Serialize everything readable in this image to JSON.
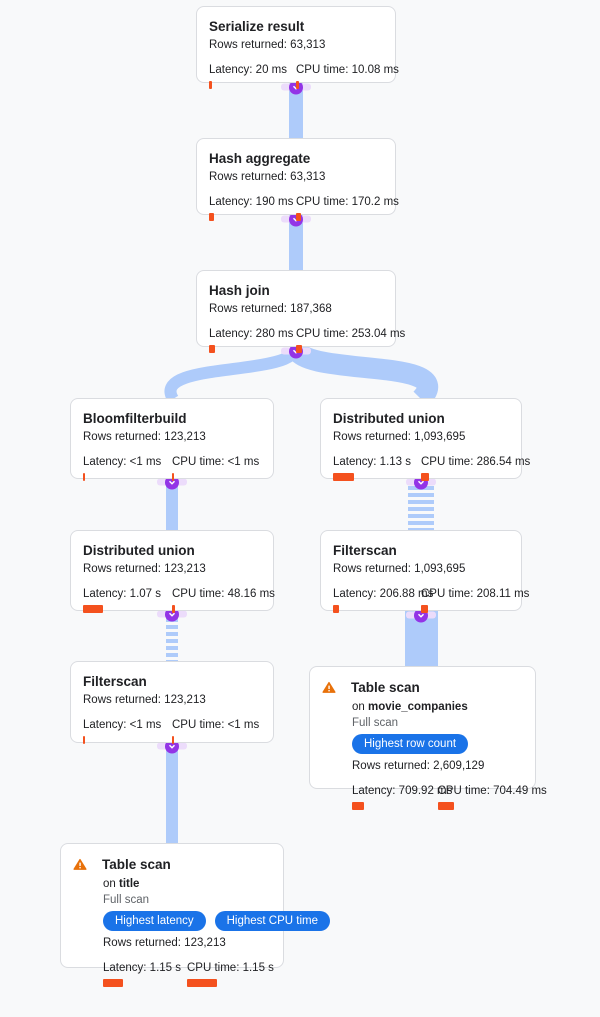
{
  "colors": {
    "background": "#f8f9fa",
    "card_border": "#dadce0",
    "edge_blue": "#aecbfa",
    "metric_bar_orange": "#f4511e",
    "badge_blue": "#1a73e8",
    "chevron_purple": "#9334e6",
    "warning_orange": "#e8710a",
    "muted_text": "#5f6368"
  },
  "icons": {
    "chevron": "chevron-down-icon",
    "warning": "warning-triangle-icon"
  },
  "nodes": [
    {
      "title": "Serialize result",
      "rows": "Rows returned: 63,313",
      "latency": "Latency: 20 ms",
      "cpu": "CPU time: 10.08 ms",
      "latency_bar": 3,
      "cpu_bar": 3
    },
    {
      "title": "Hash aggregate",
      "rows": "Rows returned: 63,313",
      "latency": "Latency: 190 ms",
      "cpu": "CPU time: 170.2 ms",
      "latency_bar": 5,
      "cpu_bar": 5
    },
    {
      "title": "Hash join",
      "rows": "Rows returned: 187,368",
      "latency": "Latency: 280 ms",
      "cpu": "CPU time: 253.04 ms",
      "latency_bar": 6,
      "cpu_bar": 6
    },
    {
      "title": "Bloomfilterbuild",
      "rows": "Rows returned: 123,213",
      "latency": "Latency: <1 ms",
      "cpu": "CPU time: <1 ms",
      "latency_bar": 2,
      "cpu_bar": 2
    },
    {
      "title": "Distributed union",
      "rows": "Rows returned: 1,093,695",
      "latency": "Latency: 1.13 s",
      "cpu": "CPU time: 286.54 ms",
      "latency_bar": 21,
      "cpu_bar": 8
    },
    {
      "title": "Distributed union",
      "rows": "Rows returned: 123,213",
      "latency": "Latency: 1.07 s",
      "cpu": "CPU time: 48.16 ms",
      "latency_bar": 20,
      "cpu_bar": 3
    },
    {
      "title": "Filterscan",
      "rows": "Rows returned: 1,093,695",
      "latency": "Latency: 206.88 ms",
      "cpu": "CPU time: 208.11 ms",
      "latency_bar": 6,
      "cpu_bar": 7
    },
    {
      "title": "Filterscan",
      "rows": "Rows returned: 123,213",
      "latency": "Latency: <1 ms",
      "cpu": "CPU time: <1 ms",
      "latency_bar": 2,
      "cpu_bar": 2
    },
    {
      "title": "Table scan",
      "on_prefix": "on",
      "table": "movie_companies",
      "scan_type": "Full scan",
      "badges": [
        "Highest row count"
      ],
      "rows": "Rows returned: 2,609,129",
      "latency": "Latency: 709.92 ms",
      "cpu": "CPU time: 704.49 ms",
      "latency_bar": 12,
      "cpu_bar": 16
    },
    {
      "title": "Table scan",
      "on_prefix": "on",
      "table": "title",
      "scan_type": "Full scan",
      "badges": [
        "Highest latency",
        "Highest CPU time"
      ],
      "rows": "Rows returned: 123,213",
      "latency": "Latency: 1.15 s",
      "cpu": "CPU time: 1.15 s",
      "latency_bar": 20,
      "cpu_bar": 30
    }
  ]
}
